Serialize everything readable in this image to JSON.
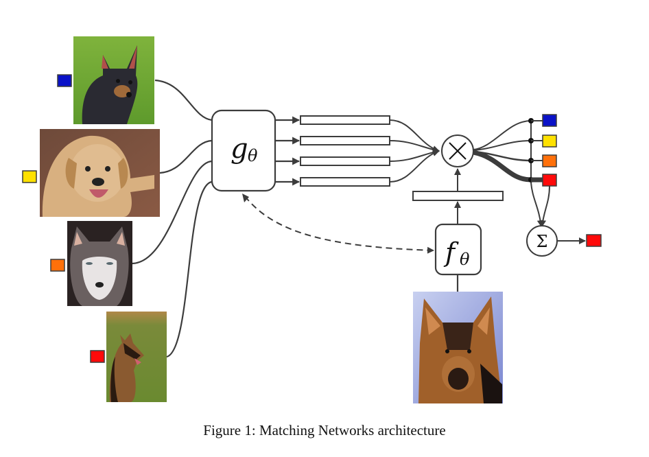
{
  "caption": "Figure 1: Matching Networks architecture",
  "modules": {
    "support_encoder": {
      "label_main": "g",
      "label_sub": "θ"
    },
    "query_encoder": {
      "label_main": "f",
      "label_sub": "θ"
    },
    "multiply_op": {
      "symbol": "×"
    },
    "sum_op": {
      "symbol": "Σ"
    }
  },
  "support_set": [
    {
      "breed": "Chihuahua",
      "label_color": "#0a12c8"
    },
    {
      "breed": "Labrador Retriever",
      "label_color": "#ffe100"
    },
    {
      "breed": "Siberian Husky",
      "label_color": "#ff700a"
    },
    {
      "breed": "German Shepherd",
      "label_color": "#ff0a0a"
    }
  ],
  "query": {
    "breed": "German Shepherd",
    "predicted_label_color": "#ff0a0a"
  },
  "colors": {
    "stroke": "#3c3c3c",
    "background": "#ffffff"
  }
}
